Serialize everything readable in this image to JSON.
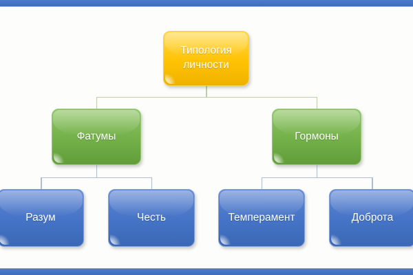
{
  "slide": {
    "background": "#FDFDFB",
    "frame_bar_color": "#4472C4"
  },
  "palette": {
    "root_node": "#FFC103",
    "branch_node": "#70AD47",
    "leaf_node": "#4472C4",
    "node_text": "#FFFFFF",
    "connector_upper": "#BCCFA9",
    "connector_lower": "#AEBDD3"
  },
  "diagram": {
    "type": "hierarchy",
    "tree": {
      "root": {
        "label": "Типология личности",
        "children": [
          {
            "label": "Фатумы",
            "children": [
              {
                "label": "Разум"
              },
              {
                "label": "Честь"
              }
            ]
          },
          {
            "label": "Гормоны",
            "children": [
              {
                "label": "Темперамент"
              },
              {
                "label": "Доброта"
              }
            ]
          }
        ]
      }
    }
  }
}
